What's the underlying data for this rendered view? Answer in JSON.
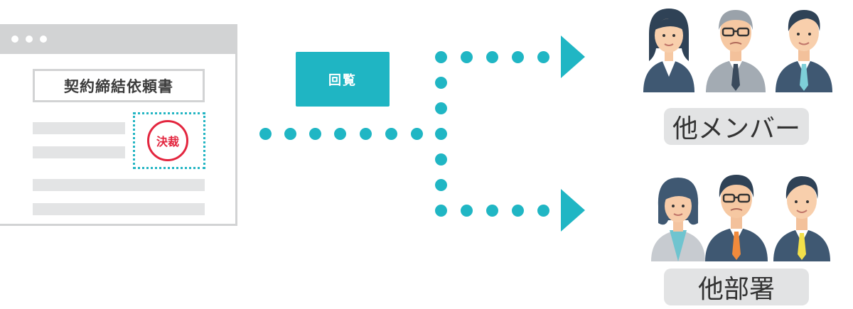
{
  "document": {
    "heading": "契約締結依頼書",
    "stamp_text": "決裁"
  },
  "action": {
    "label": "回覧"
  },
  "recipients": [
    {
      "label": "他メンバー"
    },
    {
      "label": "他部署"
    }
  ],
  "colors": {
    "accent": "#20b6c4",
    "stamp": "#e3263f",
    "frame": "#d2d3d4",
    "label_bg": "#e2e3e4"
  },
  "icons": {
    "people_top": "business-people-icon",
    "people_bottom": "business-team-icon"
  }
}
